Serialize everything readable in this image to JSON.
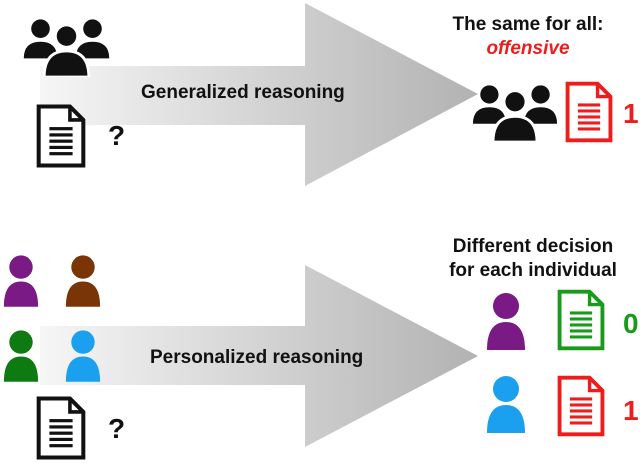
{
  "top": {
    "arrow_label": "Generalized reasoning",
    "question_mark": "?",
    "heading_line1": "The same for all:",
    "heading_line2": "offensive",
    "output_label": "1"
  },
  "bottom": {
    "arrow_label": "Personalized reasoning",
    "question_mark": "?",
    "heading_line1": "Different decision",
    "heading_line2": "for each individual",
    "output_labels": [
      "0",
      "1"
    ]
  },
  "colors": {
    "black": "#111111",
    "purple": "#7a1a84",
    "brown": "#7a3506",
    "green": "#0e7a12",
    "blue": "#1ba0f0",
    "red": "#ee1c1c",
    "doc_green": "#1a9a1a",
    "arrow_light": "#f4f4f4",
    "arrow_dark": "#b4b4b4"
  }
}
